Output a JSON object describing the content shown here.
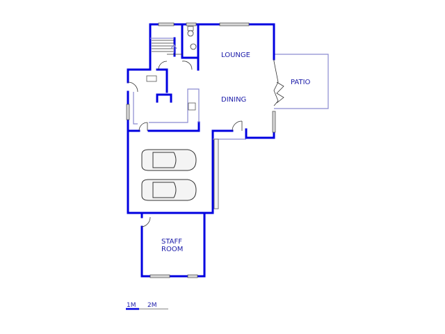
{
  "floorplan": {
    "rooms": [
      {
        "name": "lounge",
        "label": "LOUNGE"
      },
      {
        "name": "dining",
        "label": "DINING"
      },
      {
        "name": "patio",
        "label": "PATIO"
      },
      {
        "name": "staff-room",
        "label_line1": "STAFF",
        "label_line2": "ROOM"
      }
    ],
    "scale": {
      "label_1": "1M",
      "label_2": "2M"
    },
    "colors": {
      "wall": "#0000e0",
      "label": "#1a1aa8",
      "thin_wall": "#8a8ad0"
    }
  }
}
